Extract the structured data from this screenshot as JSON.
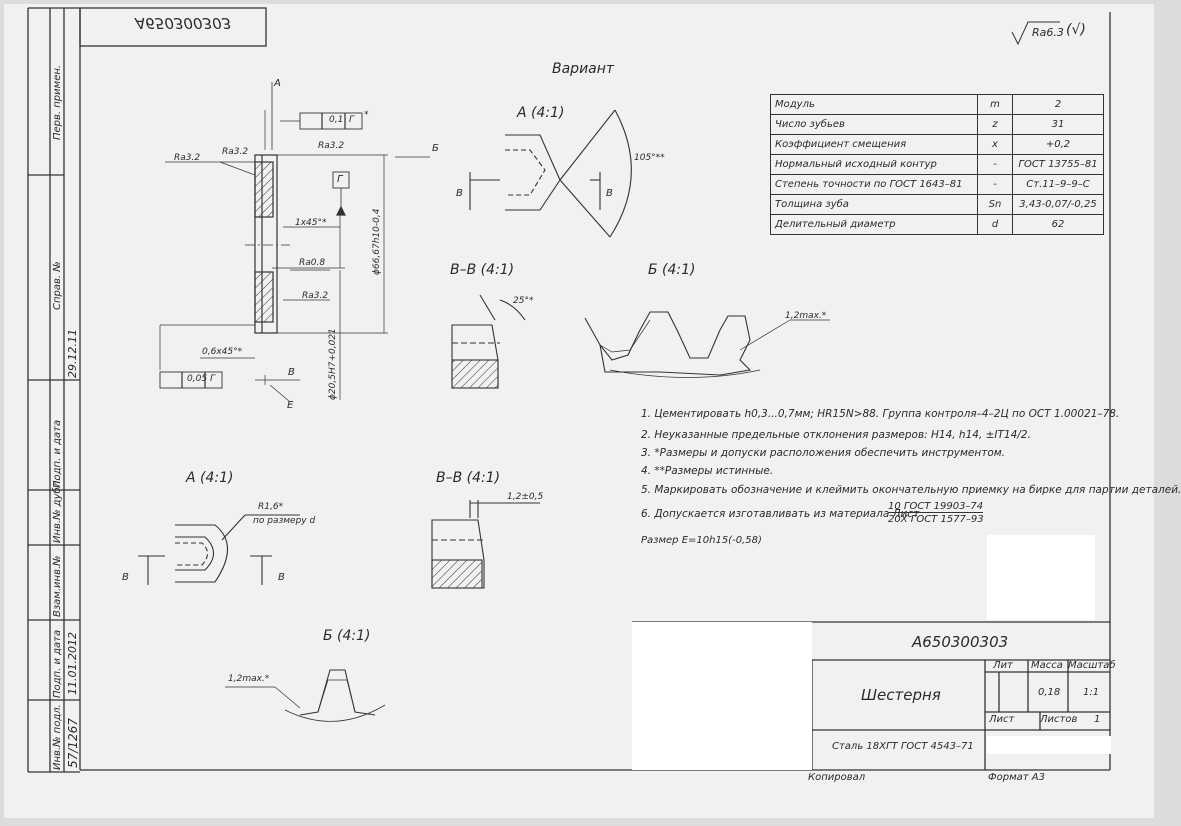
{
  "header": {
    "code_mirrored": "А650300303",
    "roughness_mark": "Ra6.3",
    "roughness_extra": "(√)",
    "variant_label": "Вариант"
  },
  "views": {
    "a_top": "А (4:1)",
    "a_bottom": "А (4:1)",
    "vv_top": "В–В (4:1)",
    "vv_bottom": "В–В (4:1)",
    "b_top": "Б (4:1)",
    "b_bottom": "Б (4:1)"
  },
  "dimensions": {
    "arrow_a": "А",
    "arrow_b": "Б",
    "tol_top_value": "0,1",
    "tol_top_datum": "Г",
    "tol_top_star": "*",
    "datum_g": "Г",
    "ra32_a": "Ra3.2",
    "ra32_b": "Ra3.2",
    "ra32_c": "Ra3.2",
    "ra32_d": "Ra3.2",
    "ra08": "Ra0.8",
    "chamfer_1": "1х45°*",
    "chamfer_2": "0,6х45°*",
    "diam_outer": "ϕ66,67h10-0,4",
    "diam_inner": "ϕ20,5H7+0,021",
    "tol_bottom_value": "0,05",
    "tol_bottom_datum": "Г",
    "label_v": "В",
    "label_e": "Е",
    "angle_105": "105°**",
    "angle_25": "25°*",
    "max_12_top": "1,2max.*",
    "max_12_bottom": "1,2max.*",
    "r16": "R1,6*",
    "po_razmeru": "по размеру d",
    "dim_12_05": "1,2±0,5",
    "v_left_top": "В",
    "v_right_top": "В",
    "v_left_bottom": "В",
    "v_right_bottom": "В"
  },
  "params": [
    {
      "name": "Модуль",
      "sym": "m",
      "val": "2"
    },
    {
      "name": "Число зубьев",
      "sym": "z",
      "val": "31"
    },
    {
      "name": "Коэффициент смещения",
      "sym": "x",
      "val": "+0,2"
    },
    {
      "name": "Нормальный исходный контур",
      "sym": "-",
      "val": "ГОСТ 13755–81"
    },
    {
      "name": "Степень точности по ГОСТ 1643–81",
      "sym": "-",
      "val": "Ст.11–9–9–С"
    },
    {
      "name": "Толщина зуба",
      "sym": "Sn",
      "val": "3,43-0,07/-0,25"
    },
    {
      "name": "Делительный диаметр",
      "sym": "d",
      "val": "62"
    }
  ],
  "notes": [
    "1. Цементировать h0,3...0,7мм; HR15N>88. Группа контроля–4–2Ц по ОСТ 1.00021–78.",
    "2. Неуказанные предельные отклонения размеров: Н14, h14, ±IT14/2.",
    "3. *Размеры и допуски расположения обеспечить инструментом.",
    "4. **Размеры истинные.",
    "5. Маркировать обозначение и клеймить окончательную приемку на бирке для партии деталей.",
    "6. Допускается изготавливать из материала Лист"
  ],
  "note6_fraction": {
    "top": "10 ГОСТ 19903–74",
    "bottom": "20Х ГОСТ 1577–93"
  },
  "size_e": "Размер Е=10h15(-0,58)",
  "stamp": {
    "designation": "А650300303",
    "title": "Шестерня",
    "material": "Сталь 18ХГТ ГОСТ 4543–71",
    "lit_label": "Лит",
    "mass_label": "Масса",
    "scale_label": "Масштаб",
    "mass_value": "0,18",
    "scale_value": "1:1",
    "sheet_label": "Лист",
    "sheets_label": "Листов",
    "sheets_value": "1",
    "copied": "Копировал",
    "format": "Формат А3"
  },
  "sidebar": {
    "perv_primen": "Перв. примен.",
    "sprav_no": "Справ. №",
    "podp_data_1": "Подп. и дата",
    "inv_dubl": "Инв.№ дубл.",
    "vzam_inv": "Взам.инв.№",
    "podp_data_2": "Подп. и дата",
    "inv_podl": "Инв.№ подл.",
    "inv_number": "57/1267",
    "hand_date_1": "29.12.11",
    "hand_date_2": "11.01.2012"
  }
}
